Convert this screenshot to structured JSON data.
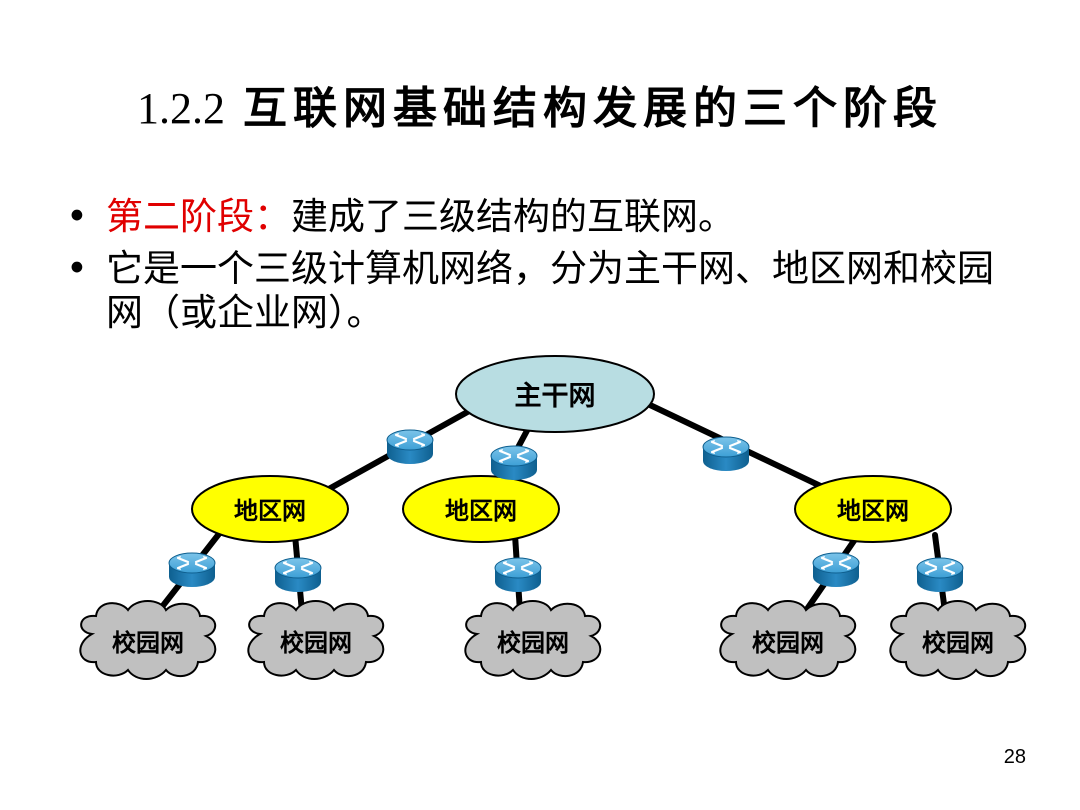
{
  "slide": {
    "title_number": "1.2.2",
    "title_text": "互联网基础结构发展的三个阶段",
    "page_number": "28"
  },
  "bullets": [
    {
      "marker": "•",
      "highlight": "第二阶段：",
      "text": "建成了三级结构的互联网。"
    },
    {
      "marker": "•",
      "highlight": "",
      "text": "它是一个三级计算机网络，分为主干网、地区网和校园网（或企业网）。"
    }
  ],
  "diagram": {
    "backbone_label": "主干网",
    "regional_labels": [
      "地区网",
      "地区网",
      "地区网"
    ],
    "campus_labels": [
      "校园网",
      "校园网",
      "校园网",
      "校园网",
      "校园网"
    ],
    "colors": {
      "backbone_fill": "#b8dde2",
      "regional_fill": "#ffff00",
      "campus_fill": "#c0c0c0",
      "router_fill": "#1a7fb6",
      "link": "#000000"
    },
    "icon": "router-icon"
  }
}
